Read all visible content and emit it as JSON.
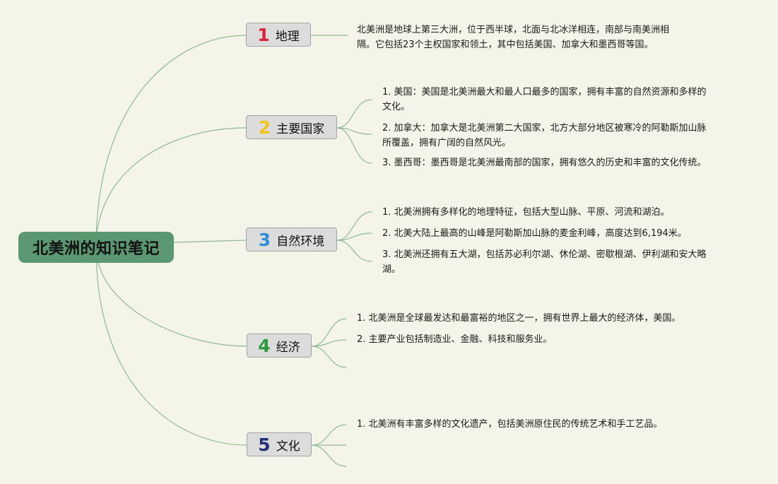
{
  "root": {
    "label": "北美洲的知识笔记"
  },
  "colors": {
    "root_bg": "#5b9770",
    "line": "#8dbb96",
    "num1": "#d9233a",
    "num2": "#f2c418",
    "num3": "#2b8fd4",
    "num4": "#2a9a3c",
    "num5": "#23307a"
  },
  "topics": [
    {
      "num": "1",
      "label": "地理",
      "items": [
        {
          "lines": [
            "北美洲是地球上第三大洲，位于西半球，北面与北冰洋相连，南部与南美洲相",
            "隔。它包括23个主权国家和领土，其中包括美国、加拿大和墨西哥等国。"
          ]
        }
      ]
    },
    {
      "num": "2",
      "label": "主要国家",
      "items": [
        {
          "lines": [
            "1. 美国：美国是北美洲最大和最人口最多的国家，拥有丰富的自然资源和多样的",
            "文化。"
          ]
        },
        {
          "lines": [
            "2. 加拿大：加拿大是北美洲第二大国家，北方大部分地区被寒冷的阿勒斯加山脉",
            "所覆盖，拥有广阔的自然风光。"
          ]
        },
        {
          "lines": [
            "3. 墨西哥：墨西哥是北美洲最南部的国家，拥有悠久的历史和丰富的文化传统。"
          ]
        }
      ]
    },
    {
      "num": "3",
      "label": "自然环境",
      "items": [
        {
          "lines": [
            "1. 北美洲拥有多样化的地理特征，包括大型山脉、平原、河流和湖泊。"
          ]
        },
        {
          "lines": [
            "2. 北美大陆上最高的山峰是阿勒斯加山脉的麦金利峰，高度达到6,194米。"
          ]
        },
        {
          "lines": [
            "3. 北美洲还拥有五大湖，包括苏必利尔湖、休伦湖、密歇根湖、伊利湖和安大略",
            "湖。"
          ]
        }
      ]
    },
    {
      "num": "4",
      "label": "经济",
      "items": [
        {
          "lines": [
            "1. 北美洲是全球最发达和最富裕的地区之一，拥有世界上最大的经济体，美国。"
          ]
        },
        {
          "lines": [
            "2. 主要产业包括制造业、金融、科技和服务业。"
          ]
        },
        {
          "lines": []
        }
      ]
    },
    {
      "num": "5",
      "label": "文化",
      "items": [
        {
          "lines": [
            "1. 北美洲有丰富多样的文化遗产，包括美洲原住民的传统艺术和手工艺品。"
          ]
        },
        {
          "lines": []
        },
        {
          "lines": []
        }
      ]
    }
  ]
}
